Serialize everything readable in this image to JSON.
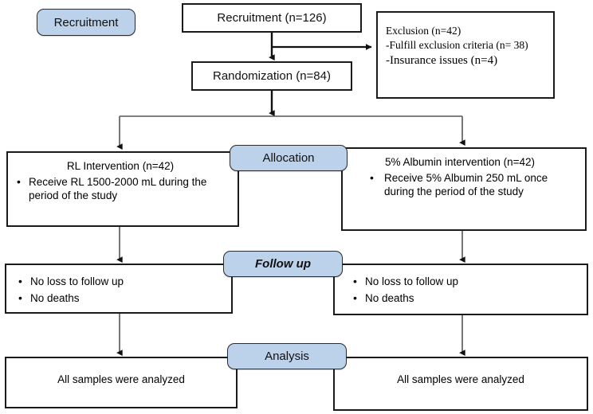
{
  "diagram": {
    "type": "consort-flow-diagram",
    "colors": {
      "badge_fill": "#bcd2ea",
      "badge_border": "#2c2c2c",
      "box_border": "#1a1a1a",
      "background": "#ffffff",
      "connector": "#555555"
    },
    "stage_badges": [
      {
        "id": "recruitment",
        "label": "Recruitment"
      },
      {
        "id": "allocation",
        "label": "Allocation"
      },
      {
        "id": "followup",
        "label": "Follow up",
        "style": "italic"
      },
      {
        "id": "analysis",
        "label": "Analysis"
      }
    ],
    "enrollment": {
      "recruitment_label": "Recruitment (n=126)",
      "randomization_label": "Randomization  (n=84)",
      "exclusion": {
        "heading": "Exclusion (n=42)",
        "reasons": [
          "-Fulfill exclusion criteria (n= 38)",
          "-Insurance issues (n=4)"
        ]
      }
    },
    "arms": {
      "left": {
        "allocation_title": "RL Intervention (n=42)",
        "allocation_bullets": [
          "Receive RL 1500-2000 mL during the period of the study"
        ],
        "followup_bullets": [
          "No loss to follow up",
          "No deaths"
        ],
        "analysis_text": "All samples were analyzed"
      },
      "right": {
        "allocation_title": "5% Albumin intervention (n=42)",
        "allocation_bullets": [
          "Receive 5% Albumin 250 mL once during the period of the study"
        ],
        "followup_bullets": [
          "No loss to follow up",
          "No deaths"
        ],
        "analysis_text": "All samples were analyzed"
      }
    }
  }
}
